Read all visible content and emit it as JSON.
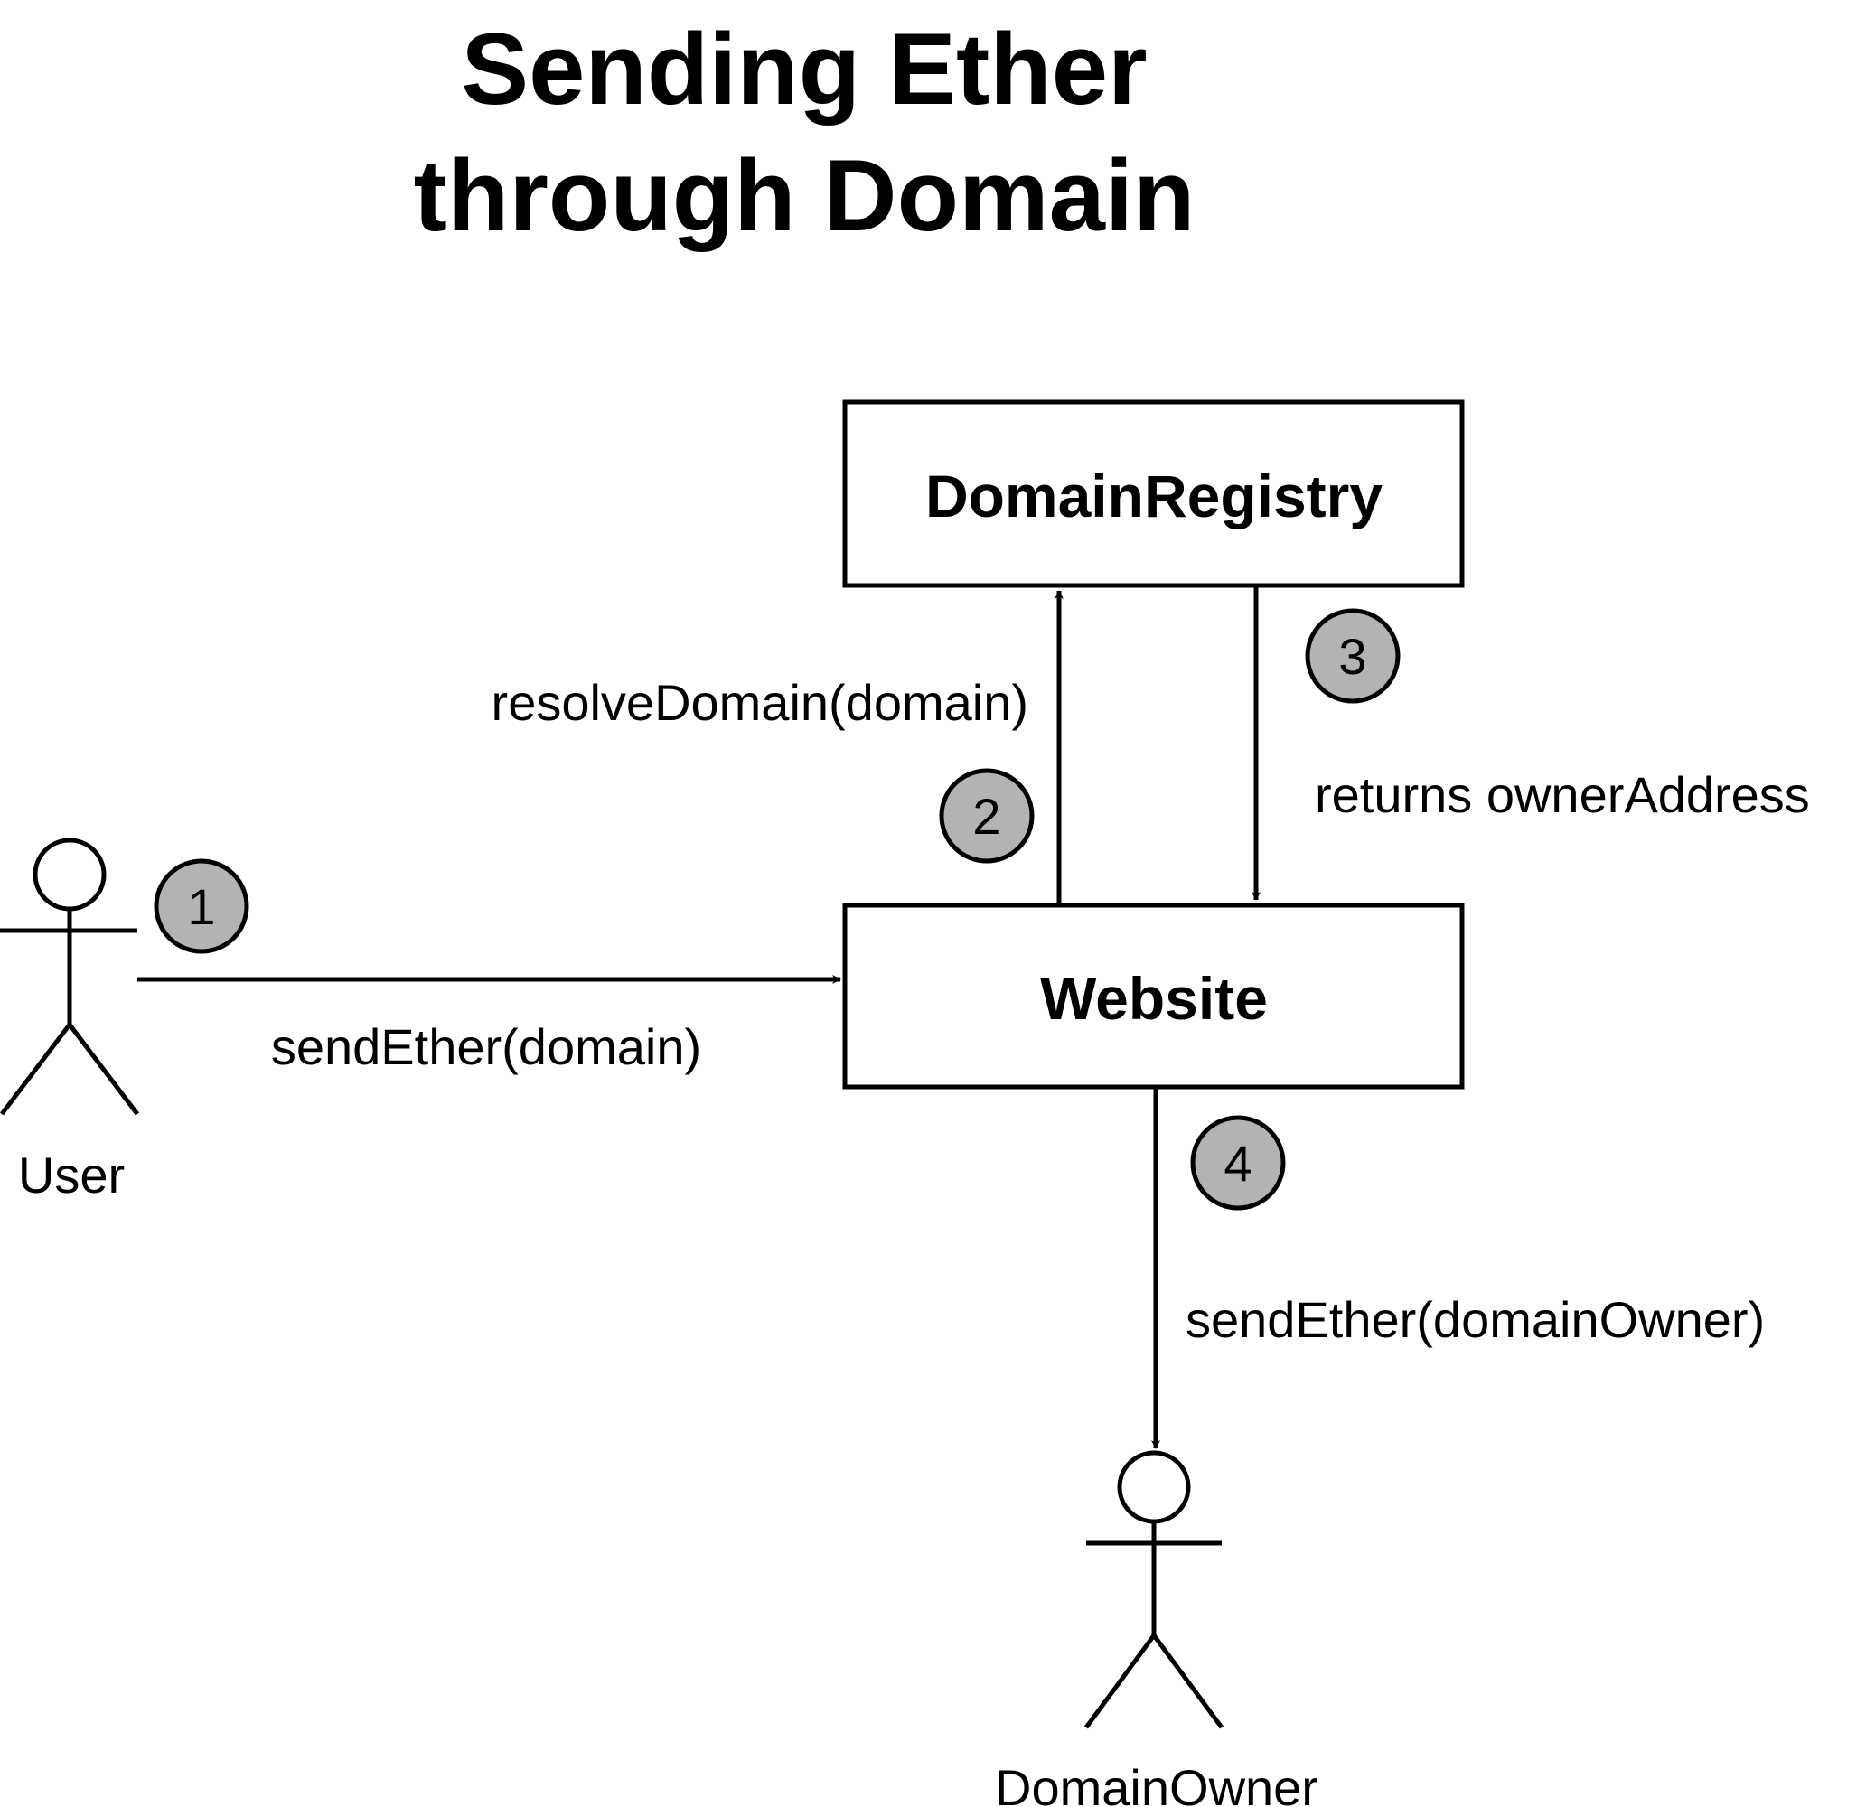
{
  "title": {
    "line1": "Sending Ether",
    "line2": "through Domain"
  },
  "nodes": {
    "registry": "DomainRegistry",
    "website": "Website"
  },
  "actors": {
    "user": "User",
    "owner": "DomainOwner"
  },
  "edges": {
    "send_ether_domain": "sendEther(domain)",
    "resolve_domain": "resolveDomain(domain)",
    "returns_owner_address": "returns ownerAddress",
    "send_ether_owner": "sendEther(domainOwner)"
  },
  "steps": {
    "step1": "1",
    "step2": "2",
    "step3": "3",
    "step4": "4"
  },
  "colors": {
    "line": "#000000",
    "badge_fill": "#b3b3b3",
    "background": "#ffffff"
  }
}
